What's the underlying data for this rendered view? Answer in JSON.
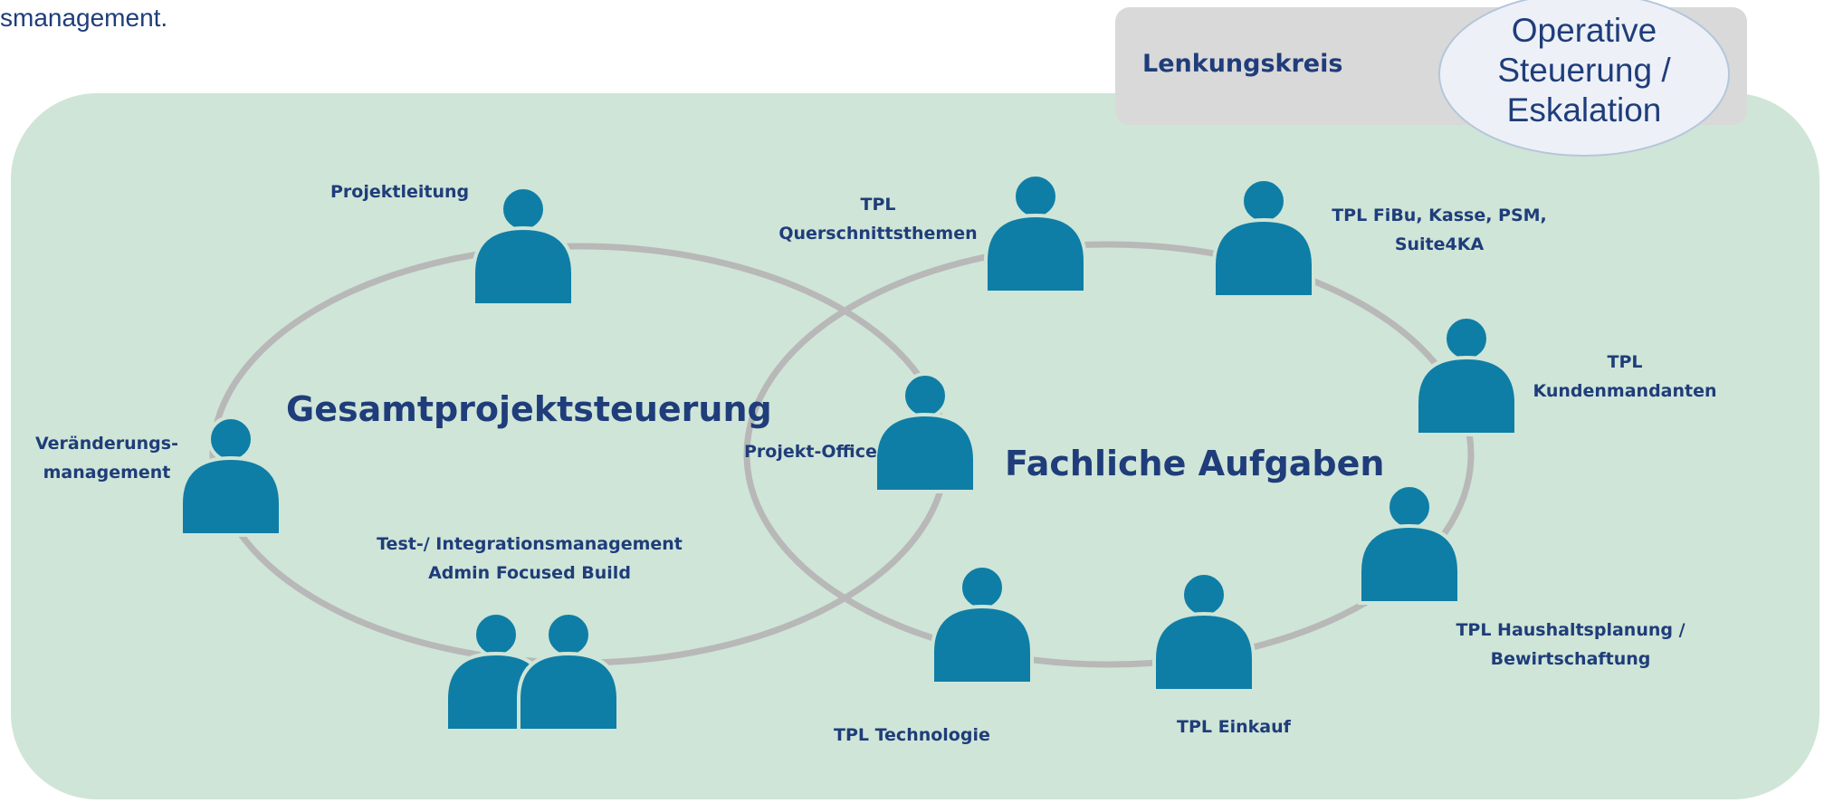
{
  "intro_text": "smanagement.",
  "steering": {
    "label": "Lenkungskreis",
    "bubble": [
      "Operative",
      "Steuerung /",
      "Eskalation"
    ]
  },
  "groups": {
    "left": "Gesamtprojektsteuerung",
    "right": "Fachliche Aufgaben"
  },
  "roles": {
    "projektleitung": "Projektleitung",
    "veraenderung": [
      "Veränderungs-",
      "management"
    ],
    "test_integration": [
      "Test-/ Integrationsmanagement",
      "Admin Focused Build"
    ],
    "projekt_office": "Projekt-Office",
    "querschnitt": [
      "TPL",
      "Querschnittsthemen"
    ],
    "fibu": [
      "TPL FiBu, Kasse, PSM,",
      "Suite4KA"
    ],
    "kundenmandanten": [
      "TPL",
      "Kundenmandanten"
    ],
    "haushalt": [
      "TPL Haushaltsplanung /",
      "Bewirtschaftung"
    ],
    "einkauf": "TPL Einkauf",
    "technologie": "TPL Technologie"
  },
  "colors": {
    "panel": "#cfe5d7",
    "person": "#0e7ea6",
    "ring": "#b8b8b8",
    "text": "#1f3d7a",
    "steering_box": "#d9d9d9"
  }
}
